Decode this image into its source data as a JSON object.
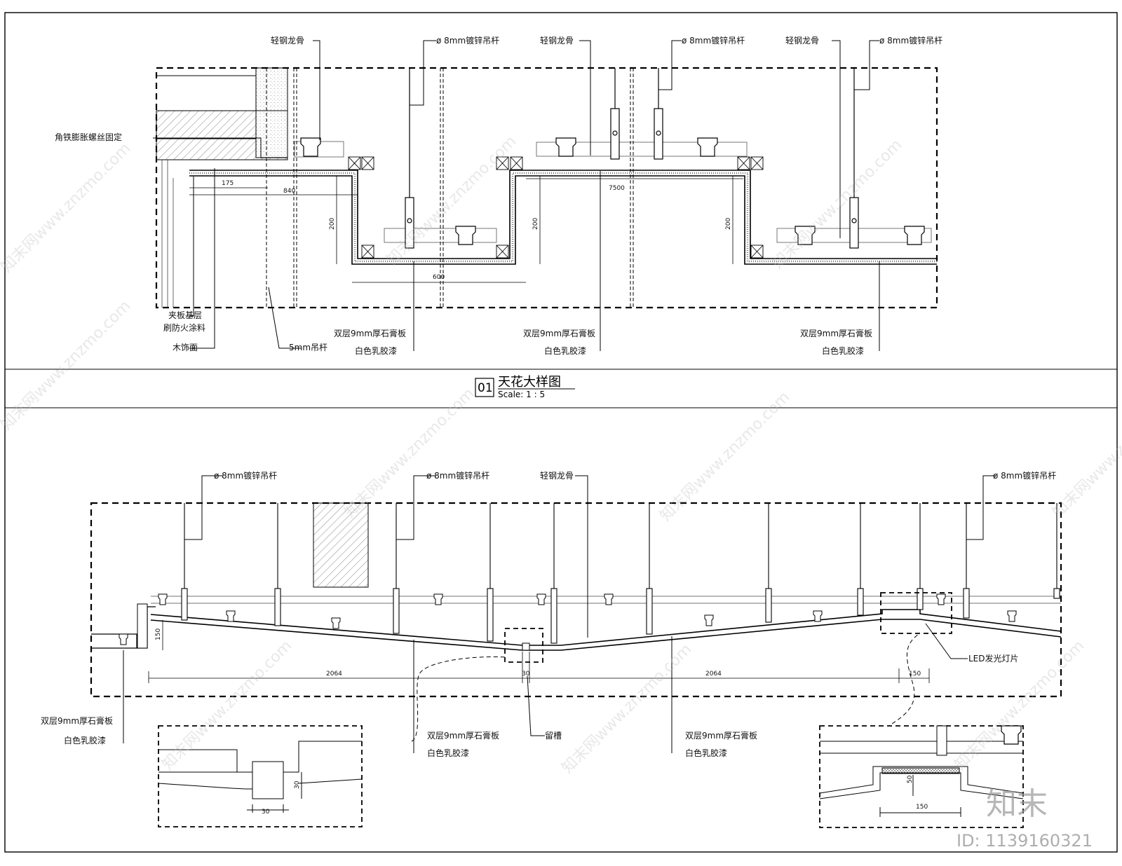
{
  "title": {
    "number": "01",
    "name": "天花大样图",
    "scale": "Scale:  1  :  5"
  },
  "top_labels": {
    "keel_1": "轻钢龙骨",
    "rod_1": "ø 8mm镀锌吊杆",
    "keel_2": "轻钢龙骨",
    "rod_2": "ø 8mm镀锌吊杆",
    "keel_3": "轻钢龙骨",
    "rod_3": "ø 8mm镀锌吊杆",
    "angle_iron": "角铁膨胀螺丝固定",
    "plywood": "夹板基层",
    "fireproof": "刷防火涂料",
    "wood_finish": "木饰面",
    "rod_5mm": "5mm吊杆",
    "gypsum_1": "双层9mm厚石膏板",
    "paint_1": "白色乳胶漆",
    "gypsum_2": "双层9mm厚石膏板",
    "paint_2": "白色乳胶漆",
    "gypsum_3": "双层9mm厚石膏板",
    "paint_3": "白色乳胶漆"
  },
  "top_dims": {
    "d175": "175",
    "d840": "840",
    "d7500": "7500",
    "d200a": "200",
    "d200b": "200",
    "d200c": "200",
    "d600": "600"
  },
  "bottom_labels": {
    "rod_1": "ø 8mm镀锌吊杆",
    "rod_2": "ø 8mm镀锌吊杆",
    "keel": "轻钢龙骨",
    "rod_3": "ø 8mm镀锌吊杆",
    "led": "LED发光灯片",
    "gypsum_left": "双层9mm厚石膏板",
    "paint_left": "白色乳胶漆",
    "gypsum_mid": "双层9mm厚石膏板",
    "paint_mid": "白色乳胶漆",
    "groove": "留槽",
    "gypsum_right": "双层9mm厚石膏板",
    "paint_right": "白色乳胶漆"
  },
  "bottom_dims": {
    "d150_left": "150",
    "d2064_a": "2064",
    "d30_mid": "30",
    "d2064_b": "2064",
    "d150_right": "150",
    "d30_detail_v": "30",
    "d30_detail_h": "30",
    "d50_detail": "50",
    "d150_detail": "150"
  },
  "watermarks": {
    "site": "知末网www.znzmo.com",
    "brand": "知末",
    "id": "ID: 1139160321"
  }
}
